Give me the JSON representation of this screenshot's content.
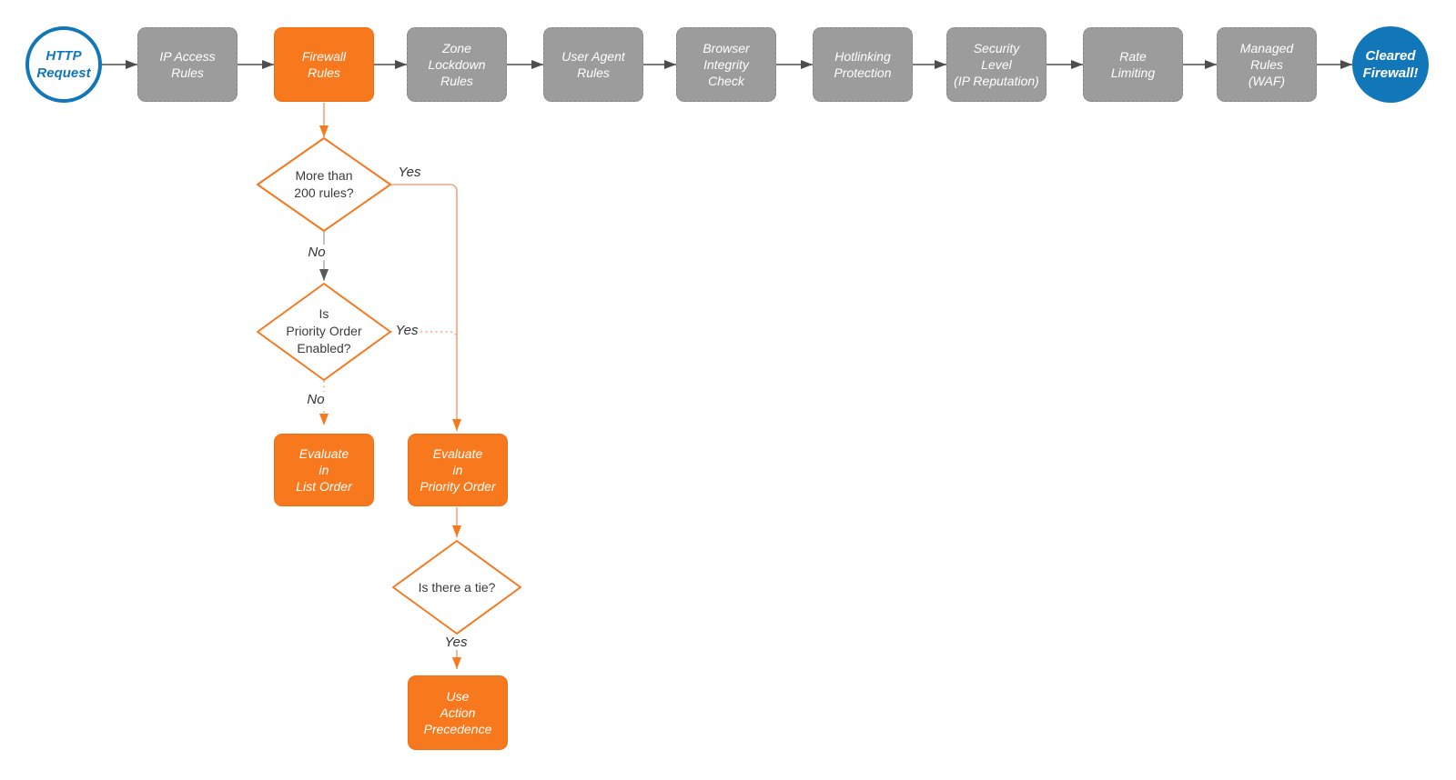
{
  "colors": {
    "accent_orange": "#f8791d",
    "connector_orange": "#f6a47c",
    "step_gray": "#9c9c9c",
    "connector_dark": "#4d4d4d",
    "terminal_blue": "#1277b8",
    "diamond_text": "#3b3b3b"
  },
  "pipeline": {
    "start_label": "HTTP\nRequest",
    "steps": [
      {
        "label": "IP Access\nRules",
        "variant": "gray"
      },
      {
        "label": "Firewall\nRules",
        "variant": "orange"
      },
      {
        "label": "Zone\nLockdown\nRules",
        "variant": "gray"
      },
      {
        "label": "User Agent\nRules",
        "variant": "gray"
      },
      {
        "label": "Browser\nIntegrity\nCheck",
        "variant": "gray"
      },
      {
        "label": "Hotlinking\nProtection",
        "variant": "gray"
      },
      {
        "label": "Security\nLevel\n(IP Reputation)",
        "variant": "gray"
      },
      {
        "label": "Rate\nLimiting",
        "variant": "gray"
      },
      {
        "label": "Managed\nRules\n(WAF)",
        "variant": "gray"
      }
    ],
    "end_label": "Cleared\nFirewall!"
  },
  "decision_tree": {
    "decision_1": "More than\n200 rules?",
    "decision_2": "Is\nPriority Order\nEnabled?",
    "decision_3": "Is there a tie?",
    "labels": {
      "yes_1": "Yes",
      "no_1": "No",
      "yes_2": "Yes",
      "no_2": "No",
      "yes_3": "Yes"
    },
    "outcome_list_order": "Evaluate\nin\nList Order",
    "outcome_priority_order": "Evaluate\nin\nPriority Order",
    "outcome_action_precedence": "Use\nAction\nPrecedence"
  }
}
